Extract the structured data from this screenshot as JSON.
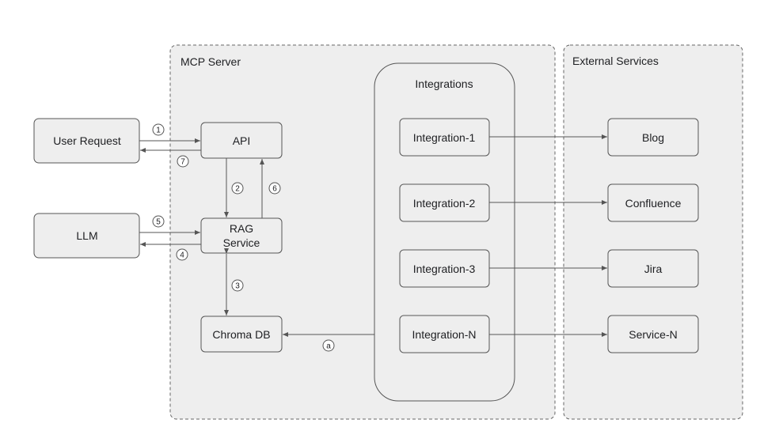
{
  "groups": {
    "mcp_server": "MCP Server",
    "external_services": "External Services",
    "integrations": "Integrations"
  },
  "nodes": {
    "user_request": "User Request",
    "llm": "LLM",
    "api": "API",
    "rag_line1": "RAG",
    "rag_line2": "Service",
    "chroma_db": "Chroma DB",
    "integration_1": "Integration-1",
    "integration_2": "Integration-2",
    "integration_3": "Integration-3",
    "integration_n": "Integration-N",
    "blog": "Blog",
    "confluence": "Confluence",
    "jira": "Jira",
    "service_n": "Service-N"
  },
  "steps": {
    "s1": "1",
    "s2": "2",
    "s3": "3",
    "s4": "4",
    "s5": "5",
    "s6": "6",
    "s7": "7",
    "sa": "a"
  },
  "colors": {
    "container_fill": "#eeeeee",
    "container_stroke": "#666666",
    "box_fill": "#eeeeee",
    "box_stroke": "#555555",
    "arrow": "#555555"
  }
}
